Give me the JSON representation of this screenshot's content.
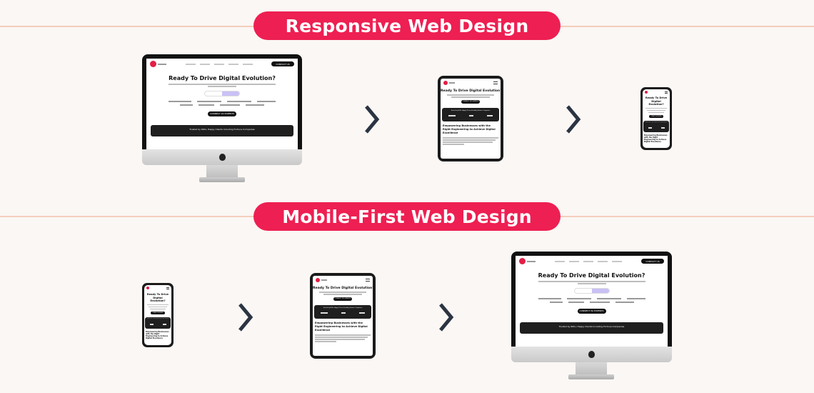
{
  "sections": [
    {
      "heading": "Responsive Web Design"
    },
    {
      "heading": "Mobile-First Web Design"
    }
  ],
  "mockup": {
    "hero_title": "Ready To Drive Digital Evolution?",
    "cta_button": "CONNECT W/ EXPERTS",
    "contact_button": "CONTACT US",
    "trusted_text": "Trusted by 600+ Happy Clients Including Fortune Companies",
    "section_title": "Empowering Businesses with the Right Engineering to Achieve Digital Excellence"
  },
  "colors": {
    "accent": "#ee1f52",
    "background": "#fbf7f4",
    "divider": "#f4cdbb",
    "chevron": "#2b3442",
    "device_frame": "#1b1b1b"
  },
  "icons": [
    "chevron-right-icon",
    "apple-logo-icon",
    "hamburger-menu-icon"
  ]
}
